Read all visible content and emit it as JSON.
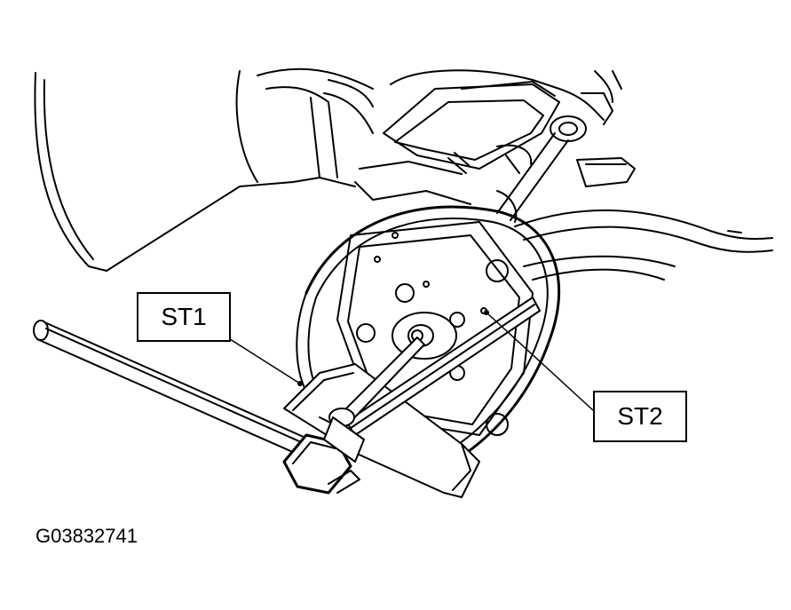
{
  "callouts": {
    "st1": "ST1",
    "st2": "ST2"
  },
  "figure_id": "G03832741",
  "colors": {
    "line": "#000000",
    "background": "#ffffff"
  }
}
